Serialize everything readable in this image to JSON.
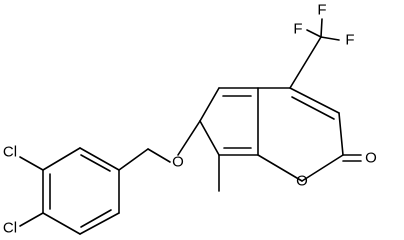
{
  "structure": {
    "atom_labels": {
      "F1": "F",
      "F2": "F",
      "F3": "F",
      "O_ether": "O",
      "O_ring": "O",
      "O_carbonyl": "O",
      "Cl1": "Cl",
      "Cl2": "Cl"
    },
    "colors": {
      "bond": "#000000",
      "label": "#000000",
      "background": "#ffffff"
    }
  }
}
